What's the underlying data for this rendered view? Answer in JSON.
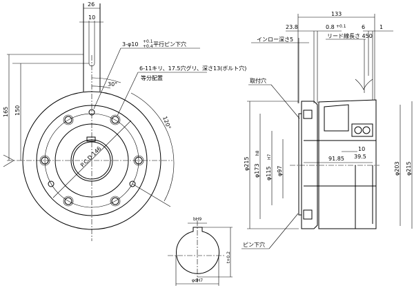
{
  "front_view": {
    "dim_width_26": "26",
    "dim_slot_10": "10",
    "dim_165": "165",
    "dim_150": "150",
    "pin_hole_note": "3-φ10",
    "pin_hole_tol_upper": "+0.1",
    "pin_hole_tol_lower": "+0.4",
    "pin_hole_label": "平行ピン下穴",
    "bolt_hole_note": "6-11キリ、17.5穴グリ、深さ13(ボルト穴)",
    "equal_spacing_note": "等分配置",
    "angle_30": "30°",
    "angle_120": "120°",
    "pcd": "P.C.D 146"
  },
  "side_view": {
    "dim_133": "133",
    "dim_23_8": "23.8",
    "dim_0_8": "0.8",
    "dim_0_8_tol": "+0.1",
    "dim_6": "6",
    "dim_1": "1",
    "spigot_depth": "インロー深さ5",
    "lead_length": "リード線長さ 450",
    "mounting_hole": "取付穴",
    "pin_hole": "ピン下穴",
    "dia_215_left": "φ215",
    "dia_173": "φ173",
    "dia_173_tol": "h8",
    "dia_115": "φ115",
    "dia_115_tol": "H7",
    "dia_97": "φ97",
    "dim_10": "10",
    "dim_91_85": "91.85",
    "dim_39_5": "39.5",
    "dia_203": "φ203",
    "dia_215_right": "φ215"
  },
  "keyway_detail": {
    "key_width": "bH9",
    "key_depth": "t+0.2",
    "bore_dia": "φdH7"
  }
}
